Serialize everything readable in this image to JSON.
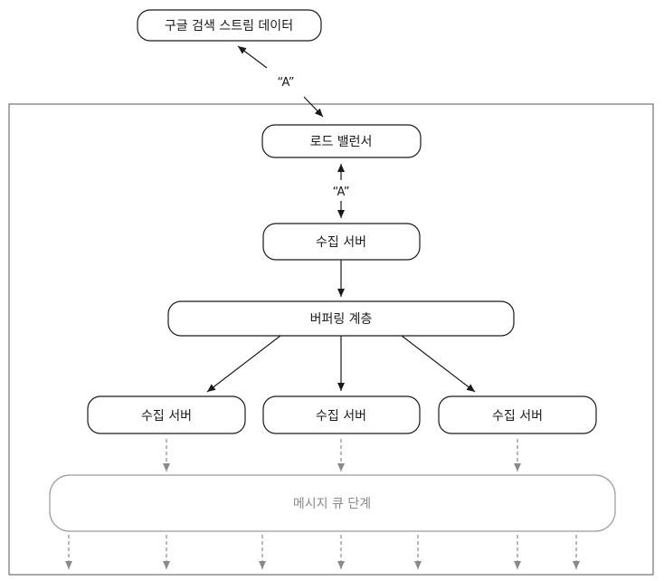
{
  "nodes": {
    "google_stream": "구글 검색 스트림 데이터",
    "load_balancer": "로드 밸런서",
    "collector_top": "수집 서버",
    "buffering": "버퍼링 계층",
    "collector_left": "수집 서버",
    "collector_mid": "수집 서버",
    "collector_right": "수집 서버",
    "message_queue": "메시지 큐 단계"
  },
  "edge_labels": {
    "stream_to_lb": "“A”",
    "lb_to_collector": "“A”"
  }
}
